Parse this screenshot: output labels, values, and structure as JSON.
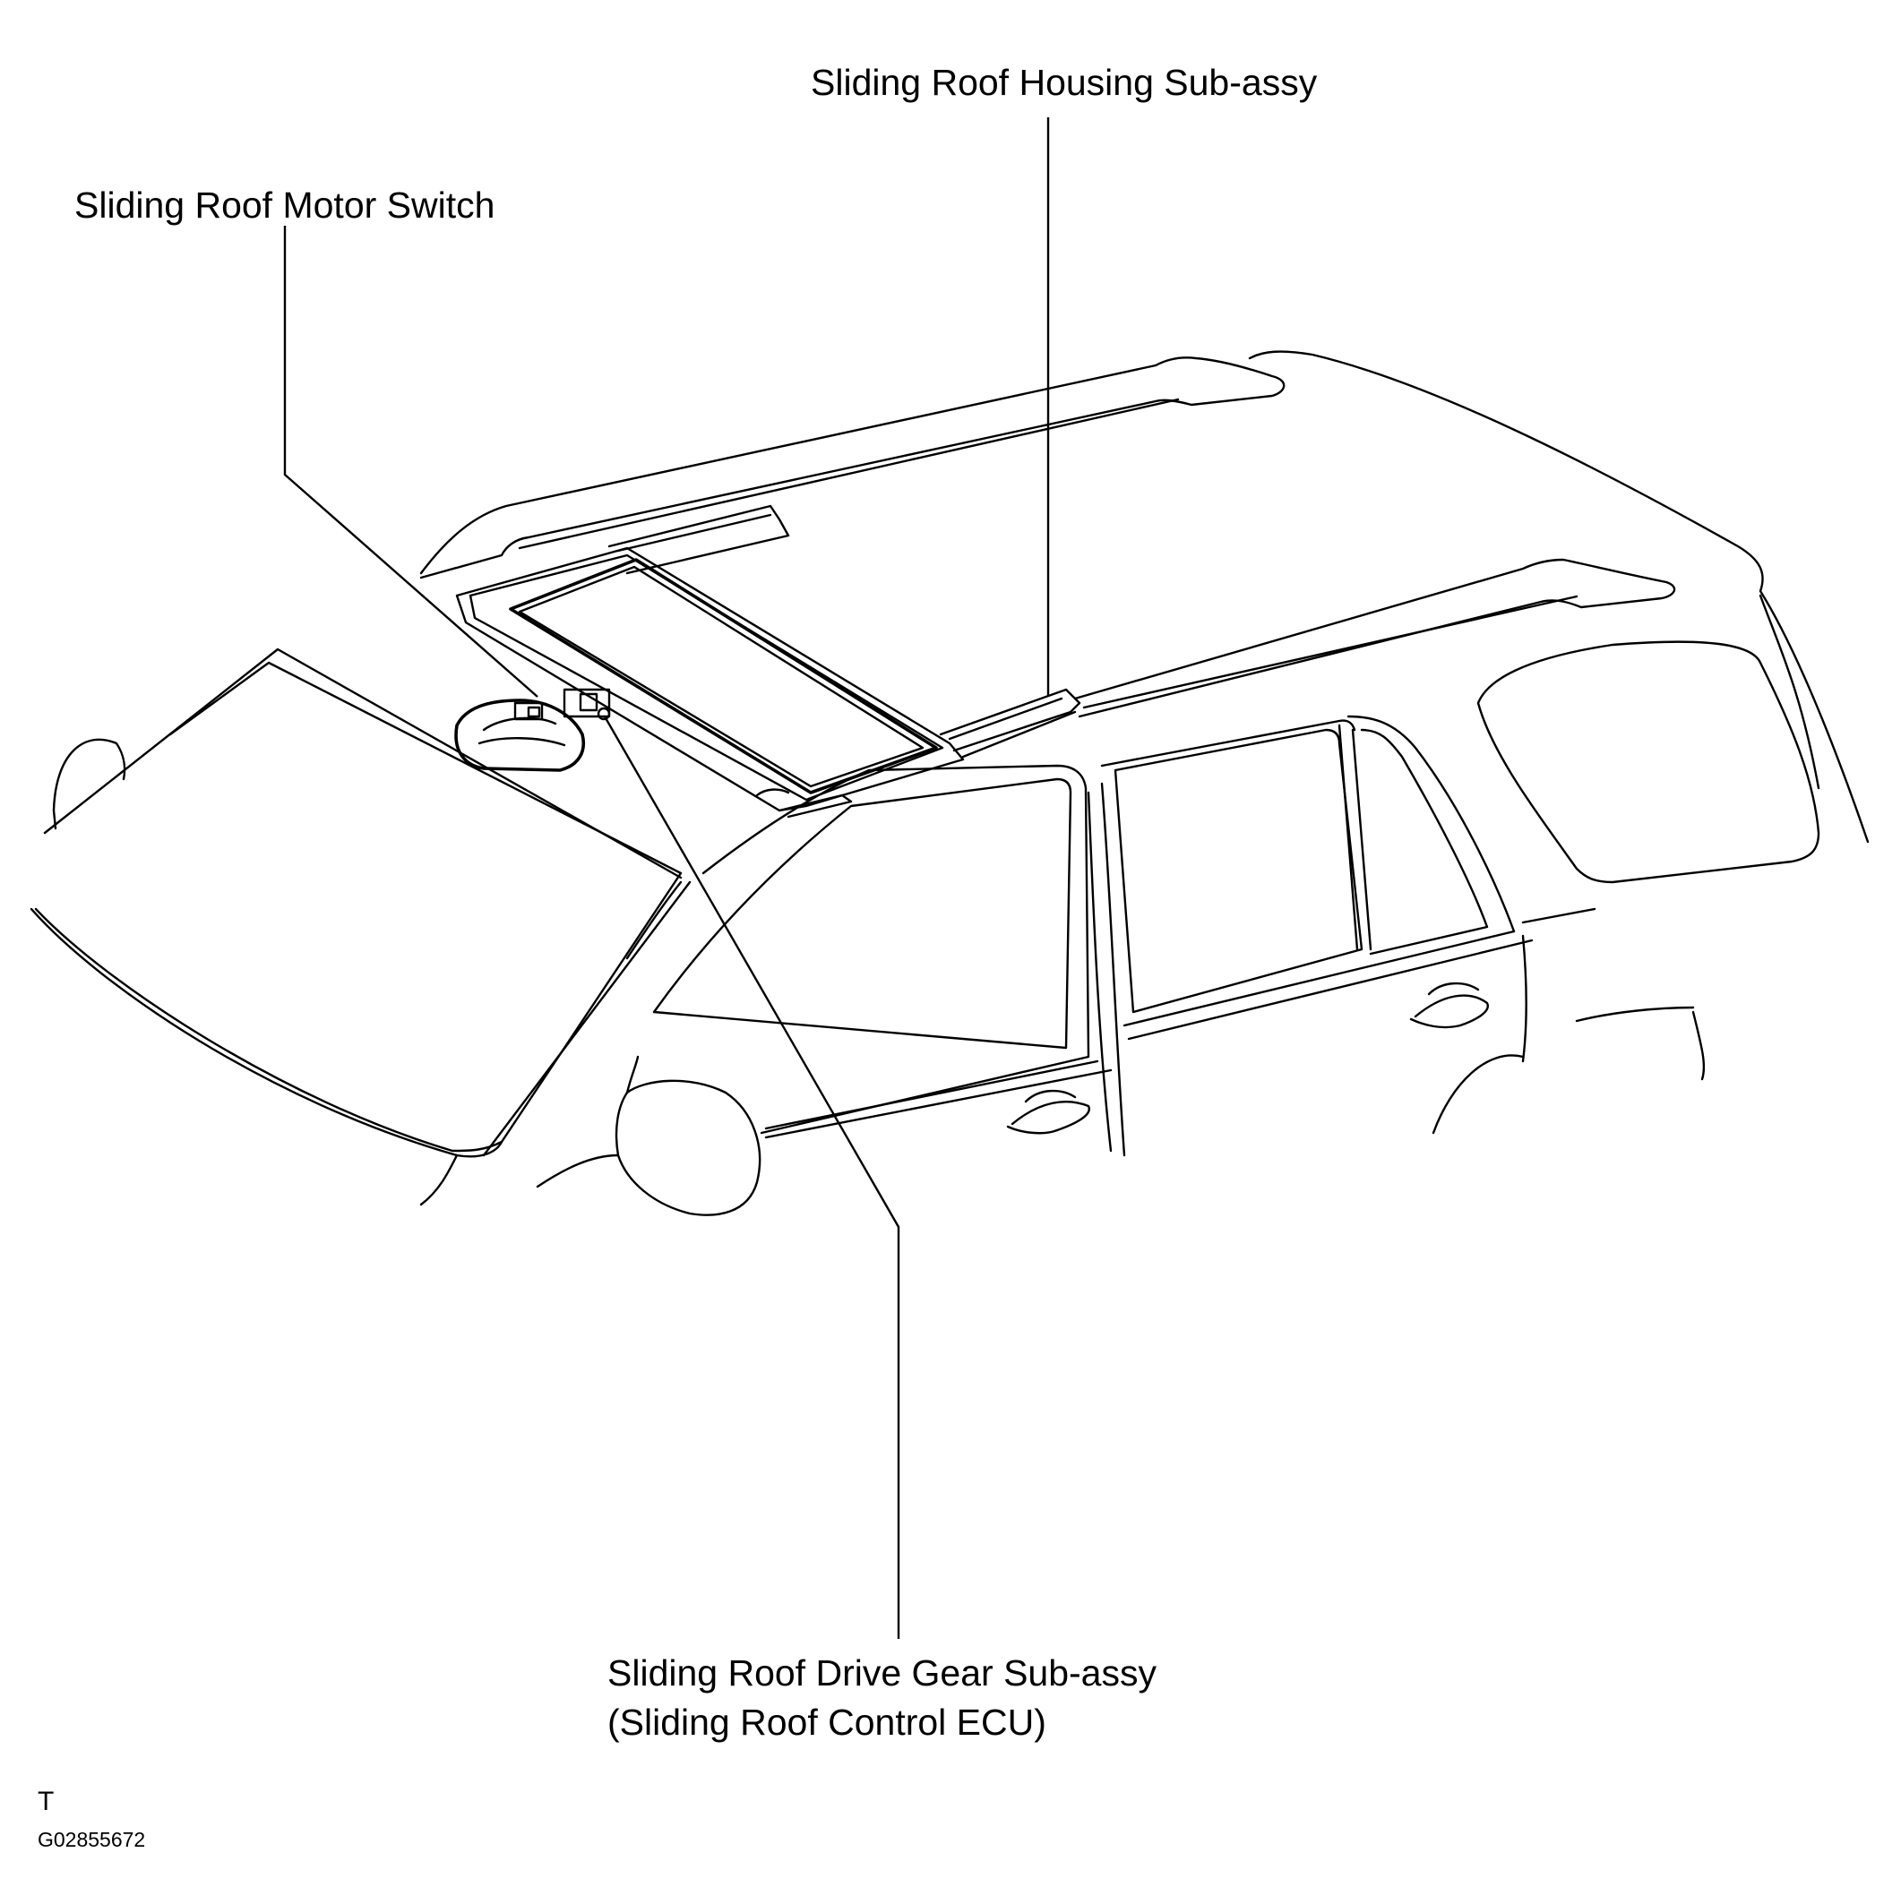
{
  "labels": {
    "housing": "Sliding Roof Housing Sub-assy",
    "switch": "Sliding Roof Motor Switch",
    "drive_gear_line1": "Sliding Roof Drive Gear Sub-assy",
    "drive_gear_line2": "(Sliding Roof Control ECU)"
  },
  "view_code": "T",
  "figure_id": "G02855672"
}
